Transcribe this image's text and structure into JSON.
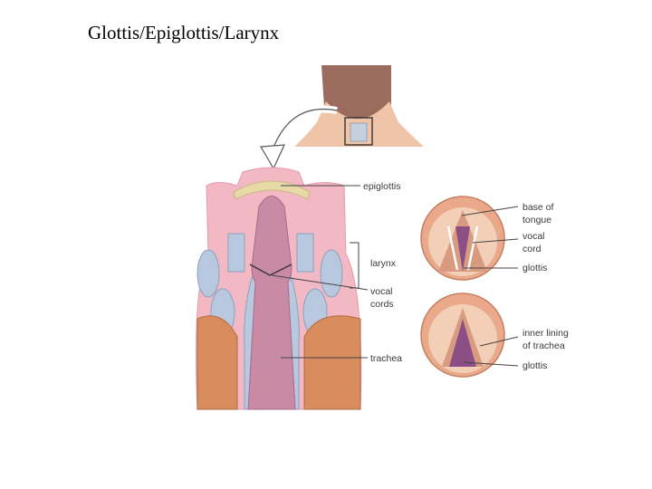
{
  "title": "Glottis/Epiglottis/Larynx",
  "labels": {
    "epiglottis": "epiglottis",
    "larynx": "larynx",
    "vocal_cords_1": "vocal",
    "vocal_cords_2": "cords",
    "trachea": "trachea",
    "base_of_tongue_1": "base of",
    "base_of_tongue_2": "tongue",
    "vocal_cord_1": "vocal",
    "vocal_cord_2": "cord",
    "glottis_top": "glottis",
    "inner_lining_1": "inner lining",
    "inner_lining_2": "of trachea",
    "glottis_bottom": "glottis"
  },
  "colors": {
    "tissue_pink": "#f2b9c4",
    "tube_mauve": "#c98aa6",
    "fat_orange": "#d98c5e",
    "cartilage_blue": "#b8c8de",
    "skin": "#f0c4a8",
    "hair": "#9b6b5e",
    "circle_rim": "#e9a98a",
    "glottis_purple": "#8b4f86"
  }
}
